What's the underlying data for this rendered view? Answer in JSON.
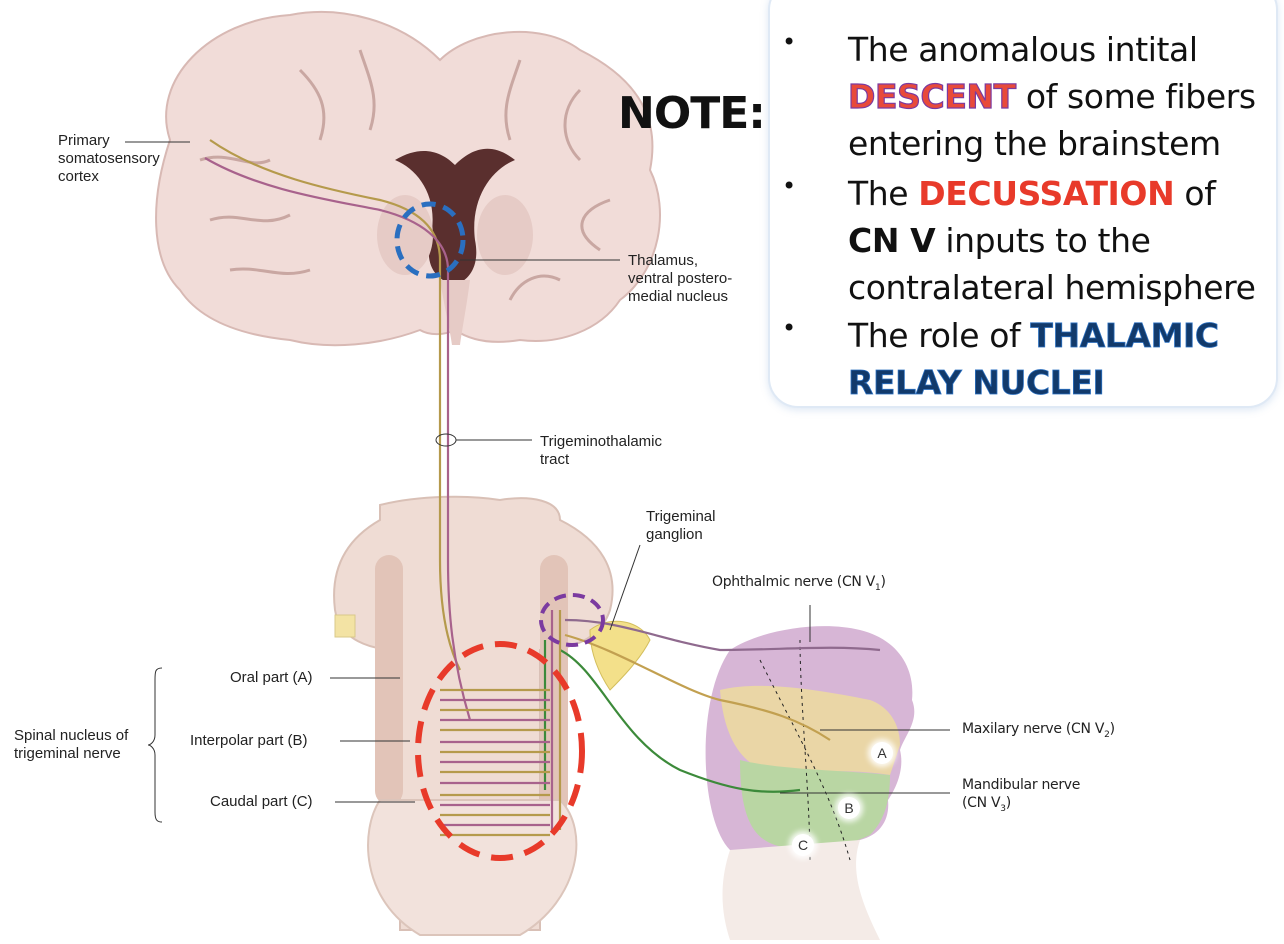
{
  "note": {
    "title": "NOTE:",
    "bullets": [
      {
        "line1_pre": "The anomalous intital",
        "line2_hl": "DESCENT",
        "line2_post": " of some fibers",
        "line3": "entering the brainstem"
      },
      {
        "line1_pre": "The ",
        "line1_hl": "DECUSSATION",
        "line1_post": " of",
        "line2_bold": "CN V",
        "line2_post": " inputs to the",
        "line3": "contralateral hemisphere"
      },
      {
        "line1_pre": "The role of ",
        "line1_hl": "THALAMIC",
        "line2_hl": "RELAY NUCLEI"
      }
    ]
  },
  "labels": {
    "primary_cortex": [
      "Primary",
      "somatosensory",
      "cortex"
    ],
    "thalamus": [
      "Thalamus,",
      "ventral postero-",
      "medial nucleus"
    ],
    "tract": [
      "Trigeminothalamic",
      "tract"
    ],
    "ganglion": [
      "Trigeminal",
      "ganglion"
    ],
    "ophthalmic": "Ophthalmic nerve (CN V",
    "ophthalmic_sub": "1",
    "maxillary": "Maxilary nerve (CN V",
    "maxillary_sub": "2",
    "mandibular": "Mandibular nerve",
    "mandibular2": "(CN V",
    "mandibular_sub": "3",
    "oral": "Oral part (A)",
    "interpolar": "Interpolar part (B)",
    "caudal": "Caudal part (C)",
    "spinal_nucleus": [
      "Spinal nucleus of",
      "trigeminal nerve"
    ],
    "zone_a": "A",
    "zone_b": "B",
    "zone_c": "C"
  },
  "colors": {
    "descent_marker": "#7b3aa0",
    "decussation_marker": "#e83a2a",
    "thalamic_marker": "#2a6fc0",
    "ophthalmic_zone": "#d7b6d6",
    "maxillary_zone": "#ead6a6",
    "mandibular_zone": "#b9d6a3"
  }
}
